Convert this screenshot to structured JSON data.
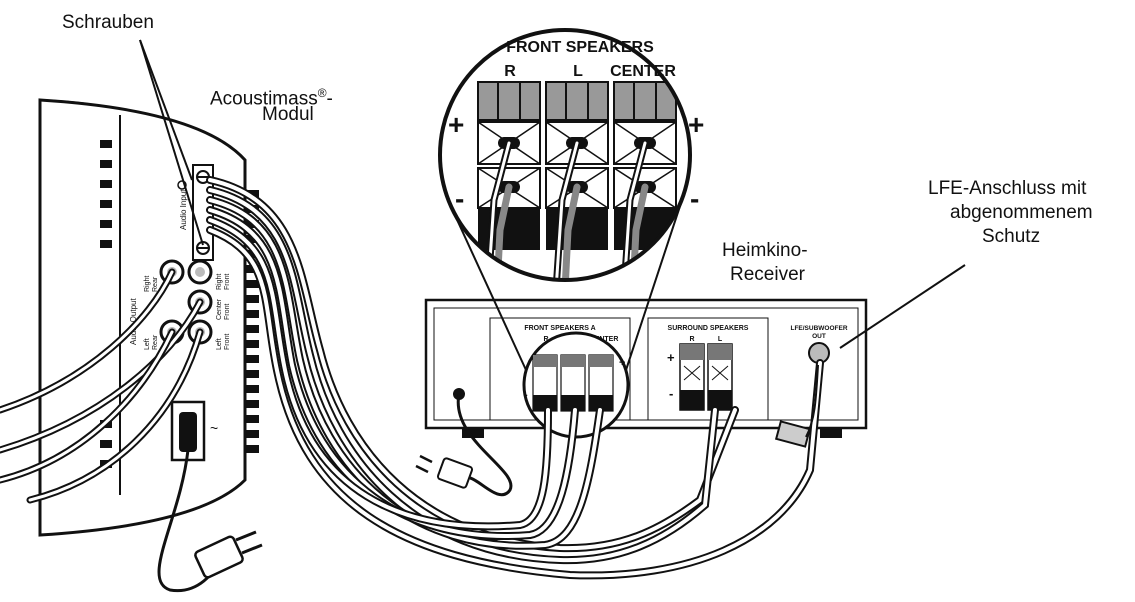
{
  "callouts": {
    "screws": "Schrauben",
    "module_line1": "Acoustimass",
    "module_reg": "®",
    "module_dash": "-",
    "module_line2": "Modul",
    "receiver_line1": "Heimkino-",
    "receiver_line2": "Receiver",
    "lfe_line1": "LFE-Anschluss mit",
    "lfe_line2": "abgenommenem",
    "lfe_line3": "Schutz"
  },
  "module_panel": {
    "audio_input": "Audio Input",
    "audio_output": "Audio Output",
    "right_rear": [
      "Right",
      "Rear"
    ],
    "left_rear": [
      "Left",
      "Rear"
    ],
    "right_front": [
      "Right",
      "Front"
    ],
    "center_front": [
      "Center",
      "Front"
    ],
    "left_front": [
      "Left",
      "Front"
    ],
    "power_symbol": "~"
  },
  "receiver_panel": {
    "front_speakers_a": "FRONT SPEAKERS A",
    "front_channels": [
      "R",
      "L",
      "CENTER"
    ],
    "surround_speakers": "SURROUND SPEAKERS",
    "surround_channels": [
      "R",
      "L"
    ],
    "lfe_label_line1": "LFE/SUBWOOFER",
    "lfe_label_line2": "OUT",
    "plus": "+",
    "minus": "-"
  },
  "magnifier": {
    "title": "FRONT SPEAKERS",
    "channels": [
      "R",
      "L",
      "CENTER"
    ],
    "plus": "+",
    "minus": "-"
  },
  "colors": {
    "ink": "#111111",
    "panel": "#ffffff",
    "terminal_dark": "#1a1a1a",
    "terminal_grey": "#8c8c8c",
    "wire_grey": "#9a9a9a"
  }
}
